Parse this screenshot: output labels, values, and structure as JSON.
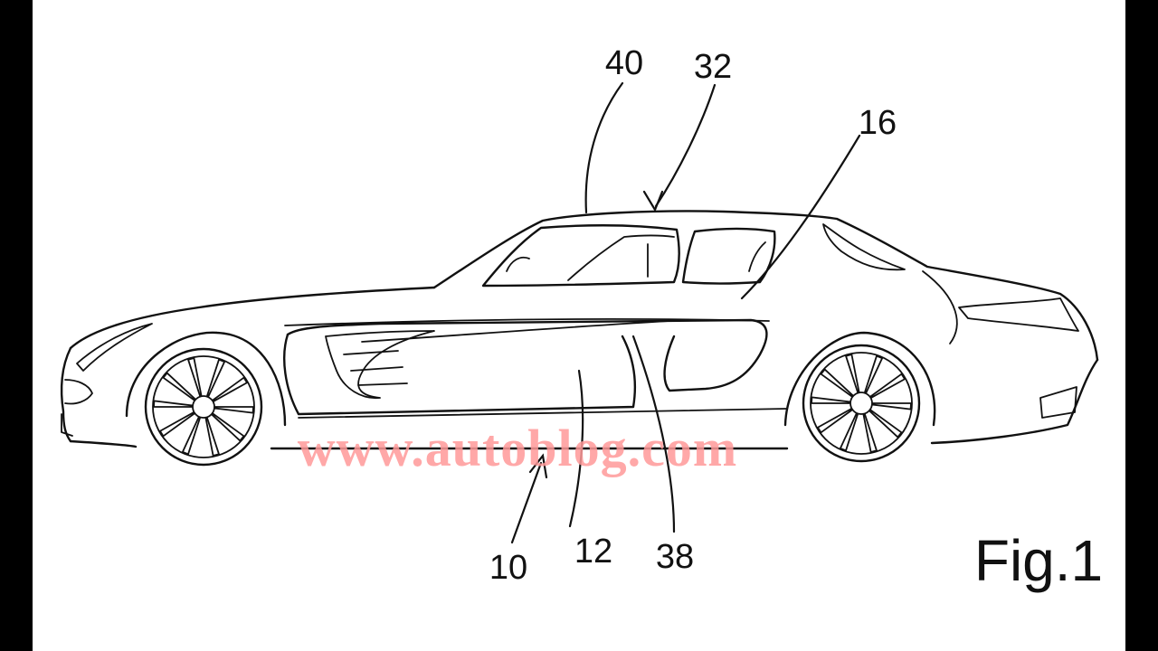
{
  "diagram": {
    "figure_label": "Fig.1",
    "watermark": "www.autoblog.com",
    "reference_numerals": {
      "n40": "40",
      "n32": "32",
      "n16": "16",
      "n10": "10",
      "n12": "12",
      "n38": "38"
    }
  },
  "colors": {
    "line": "#111111",
    "paper": "#ffffff",
    "frame": "#000000",
    "watermark": "#ff9a9a"
  }
}
